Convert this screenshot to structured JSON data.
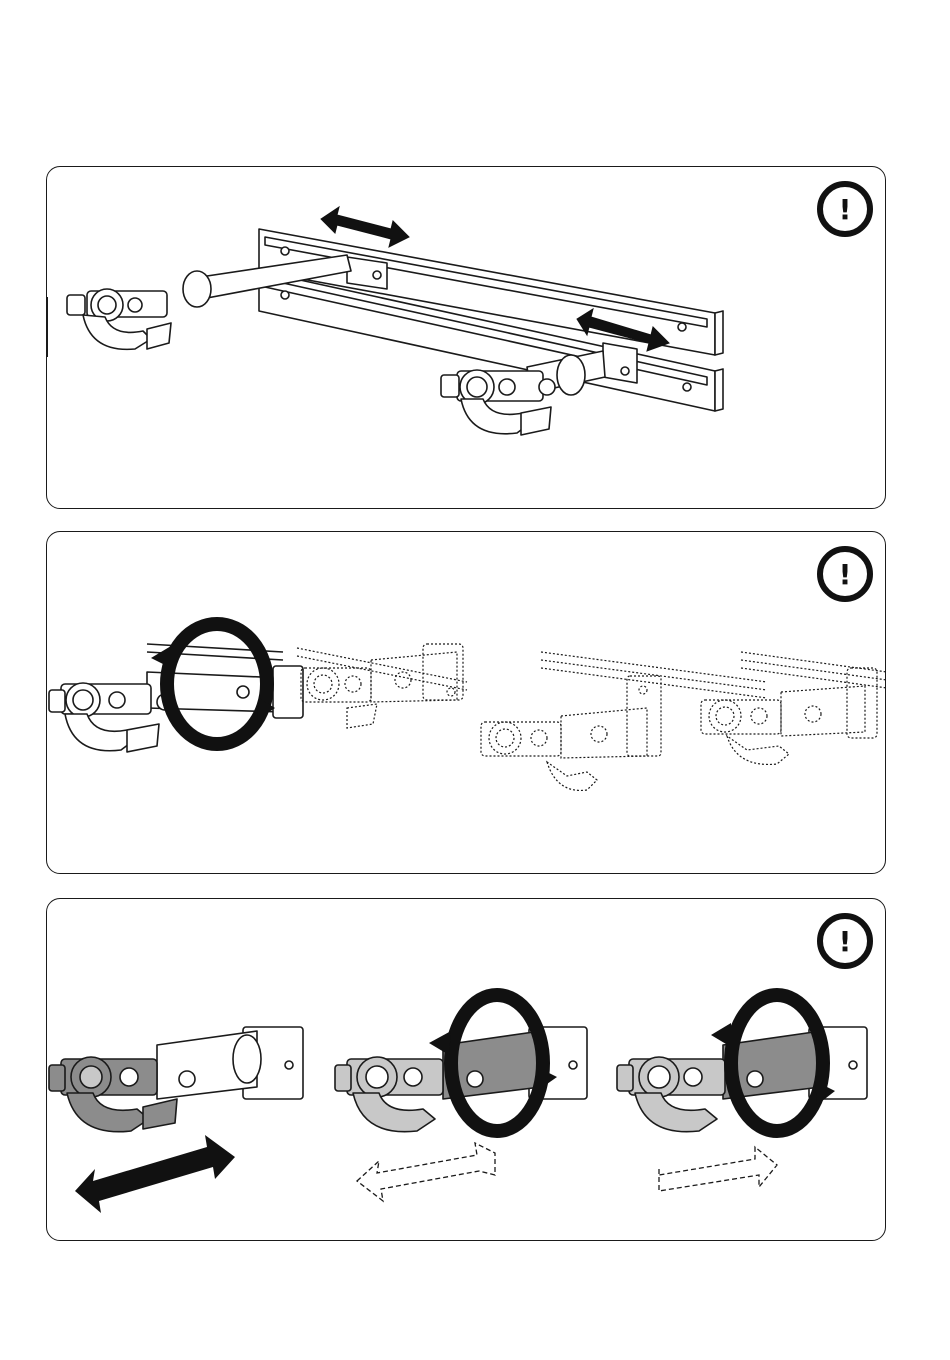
{
  "panels": [
    {
      "id": "step-1",
      "warning_symbol": "!",
      "icon": "warning-circle-icon"
    },
    {
      "id": "step-2",
      "warning_symbol": "!",
      "icon": "warning-circle-icon"
    },
    {
      "id": "step-3",
      "warning_symbol": "!",
      "icon": "warning-circle-icon"
    }
  ],
  "colors": {
    "line": "#1a1a1a",
    "shade": "#8c8c8c",
    "light_shade": "#c8c8c8",
    "arrow": "#111111"
  }
}
